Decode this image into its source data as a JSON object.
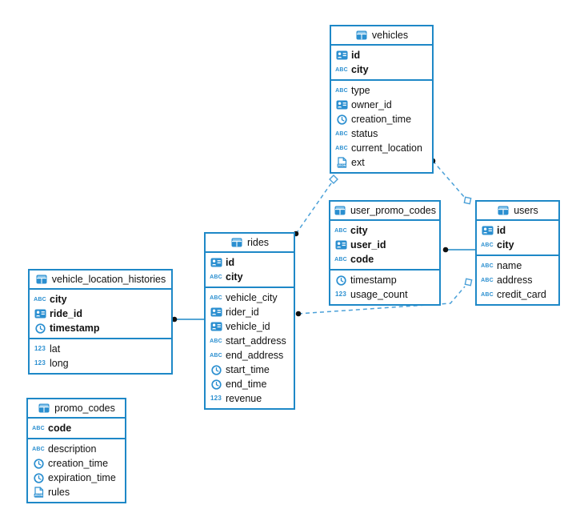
{
  "diagram": {
    "colors": {
      "table_border": "#1e88c7",
      "icon_blue": "#2b8fd0",
      "dashed_line": "#4aa0d8",
      "endpoint_dot": "#111111",
      "text": "#111111"
    },
    "tables": [
      {
        "name": "vehicles",
        "columns": [
          {
            "label": "id",
            "type": "id",
            "key": true
          },
          {
            "label": "city",
            "type": "string",
            "key": true
          },
          {
            "label": "type",
            "type": "string",
            "key": false
          },
          {
            "label": "owner_id",
            "type": "id",
            "key": false
          },
          {
            "label": "creation_time",
            "type": "time",
            "key": false
          },
          {
            "label": "status",
            "type": "string",
            "key": false
          },
          {
            "label": "current_location",
            "type": "string",
            "key": false
          },
          {
            "label": "ext",
            "type": "json",
            "key": false
          }
        ]
      },
      {
        "name": "user_promo_codes",
        "columns": [
          {
            "label": "city",
            "type": "string",
            "key": true
          },
          {
            "label": "user_id",
            "type": "id",
            "key": true
          },
          {
            "label": "code",
            "type": "string",
            "key": true
          },
          {
            "label": "timestamp",
            "type": "time",
            "key": false
          },
          {
            "label": "usage_count",
            "type": "number",
            "key": false
          }
        ]
      },
      {
        "name": "users",
        "columns": [
          {
            "label": "id",
            "type": "id",
            "key": true
          },
          {
            "label": "city",
            "type": "string",
            "key": true
          },
          {
            "label": "name",
            "type": "string",
            "key": false
          },
          {
            "label": "address",
            "type": "string",
            "key": false
          },
          {
            "label": "credit_card",
            "type": "string",
            "key": false
          }
        ]
      },
      {
        "name": "rides",
        "columns": [
          {
            "label": "id",
            "type": "id",
            "key": true
          },
          {
            "label": "city",
            "type": "string",
            "key": true
          },
          {
            "label": "vehicle_city",
            "type": "string",
            "key": false
          },
          {
            "label": "rider_id",
            "type": "id",
            "key": false
          },
          {
            "label": "vehicle_id",
            "type": "id",
            "key": false
          },
          {
            "label": "start_address",
            "type": "string",
            "key": false
          },
          {
            "label": "end_address",
            "type": "string",
            "key": false
          },
          {
            "label": "start_time",
            "type": "time",
            "key": false
          },
          {
            "label": "end_time",
            "type": "time",
            "key": false
          },
          {
            "label": "revenue",
            "type": "number",
            "key": false
          }
        ]
      },
      {
        "name": "vehicle_location_histories",
        "columns": [
          {
            "label": "city",
            "type": "string",
            "key": true
          },
          {
            "label": "ride_id",
            "type": "id",
            "key": true
          },
          {
            "label": "timestamp",
            "type": "time",
            "key": true
          },
          {
            "label": "lat",
            "type": "number",
            "key": false
          },
          {
            "label": "long",
            "type": "number",
            "key": false
          }
        ]
      },
      {
        "name": "promo_codes",
        "columns": [
          {
            "label": "code",
            "type": "string",
            "key": true
          },
          {
            "label": "description",
            "type": "string",
            "key": false
          },
          {
            "label": "creation_time",
            "type": "time",
            "key": false
          },
          {
            "label": "expiration_time",
            "type": "time",
            "key": false
          },
          {
            "label": "rules",
            "type": "json",
            "key": false
          }
        ]
      }
    ],
    "relations": [
      {
        "from": "vehicle_location_histories",
        "to": "rides",
        "style": "solid",
        "from_marker": "dot",
        "to_marker": "none"
      },
      {
        "from": "user_promo_codes",
        "to": "users",
        "style": "solid",
        "from_marker": "dot",
        "to_marker": "none"
      },
      {
        "from": "vehicles",
        "to": "users",
        "style": "dashed",
        "from_marker": "dot",
        "to_marker": "square"
      },
      {
        "from": "rides",
        "to": "vehicles",
        "style": "dashed",
        "from_marker": "dot",
        "to_marker": "diamond"
      },
      {
        "from": "rides",
        "to": "users",
        "style": "dashed",
        "from_marker": "dot",
        "to_marker": "square"
      }
    ]
  }
}
